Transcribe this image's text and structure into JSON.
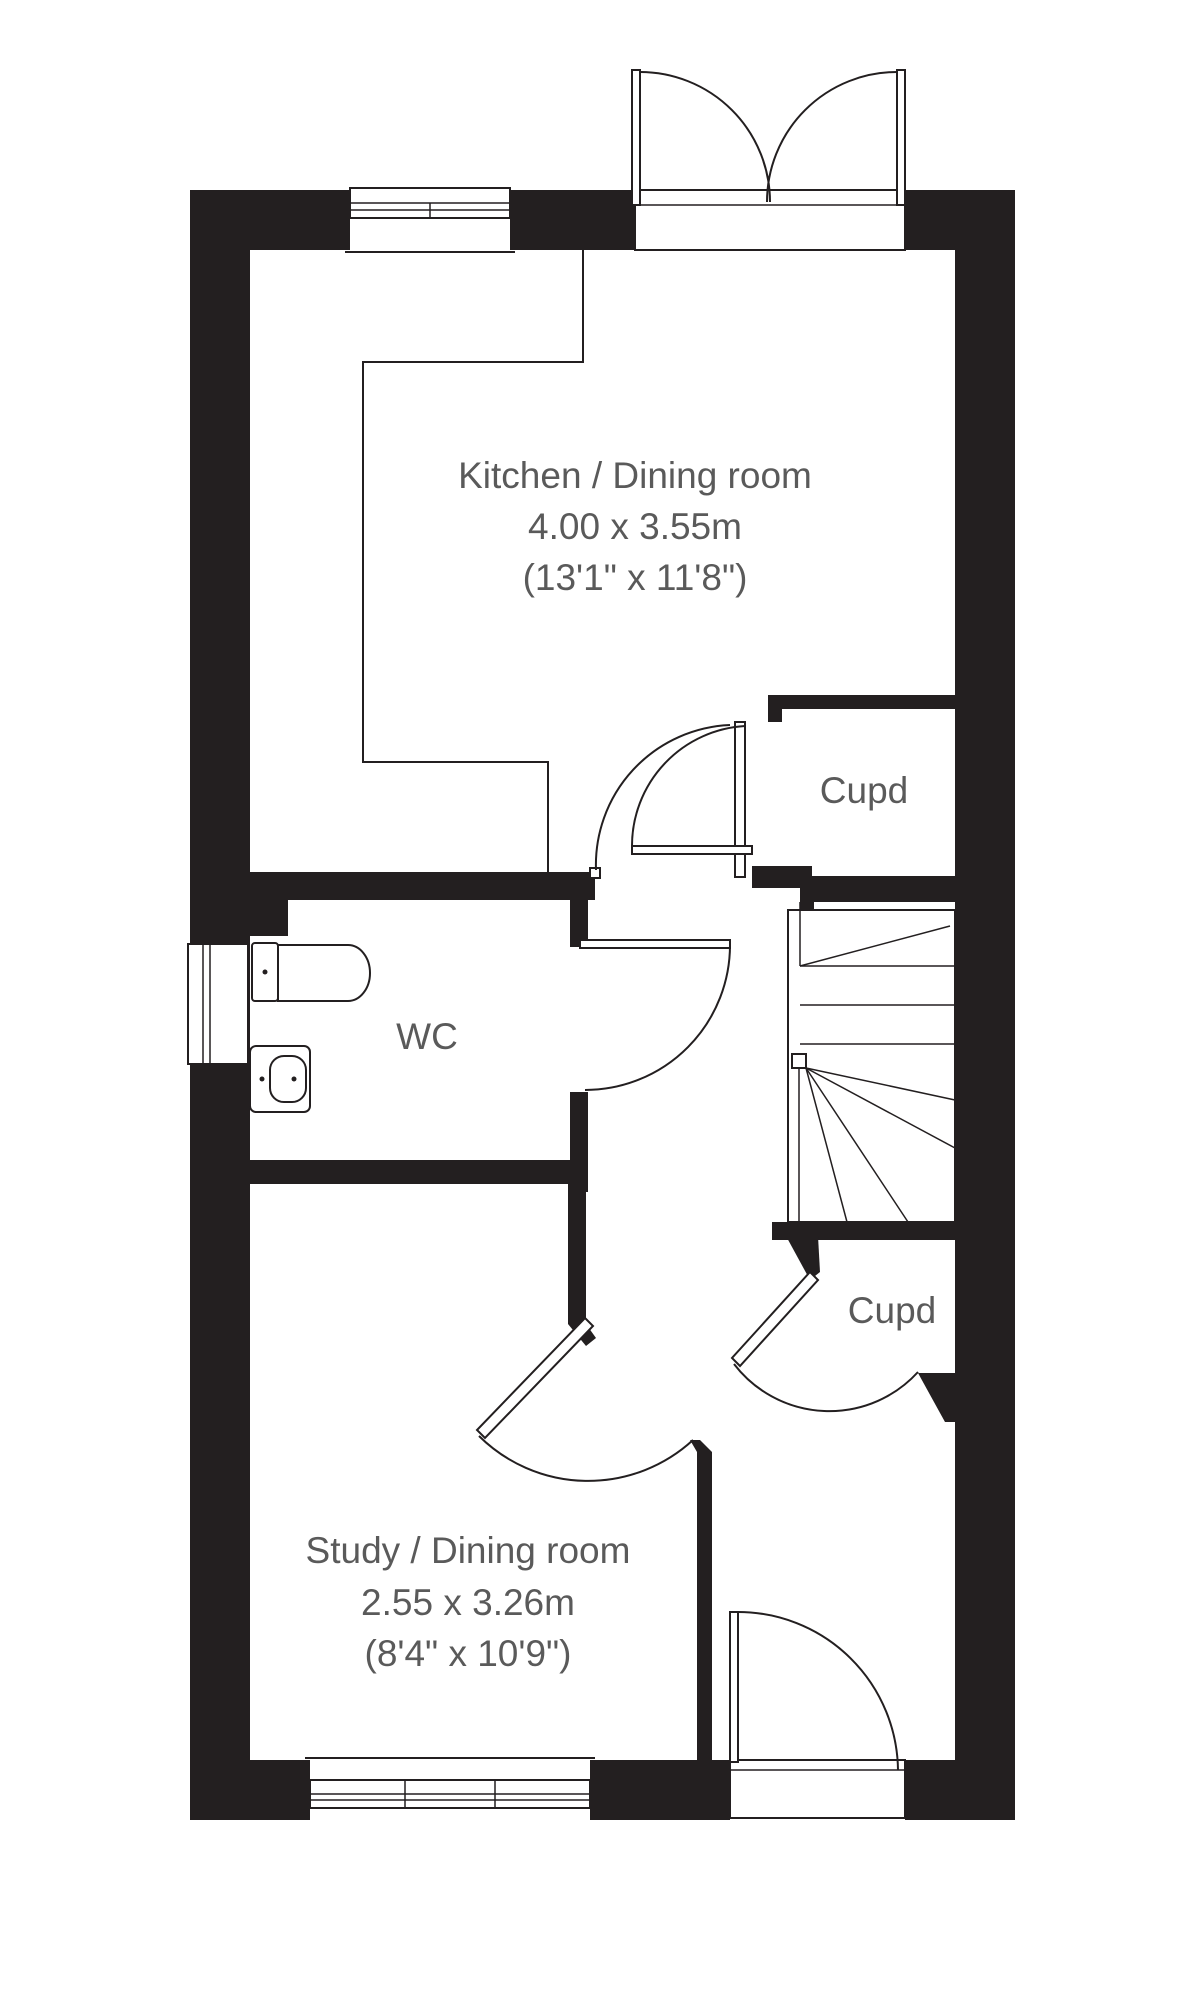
{
  "rooms": {
    "kitchen": {
      "name": "Kitchen / Dining room",
      "metric": "4.00 x 3.55m",
      "imperial": "(13'1\" x 11'8\")"
    },
    "cupboard_upper": {
      "name": "Cupd"
    },
    "wc": {
      "name": "WC"
    },
    "cupboard_lower": {
      "name": "Cupd"
    },
    "study": {
      "name": "Study / Dining room",
      "metric": "2.55 x 3.26m",
      "imperial": "(8'4\" x 10'9\")"
    }
  }
}
